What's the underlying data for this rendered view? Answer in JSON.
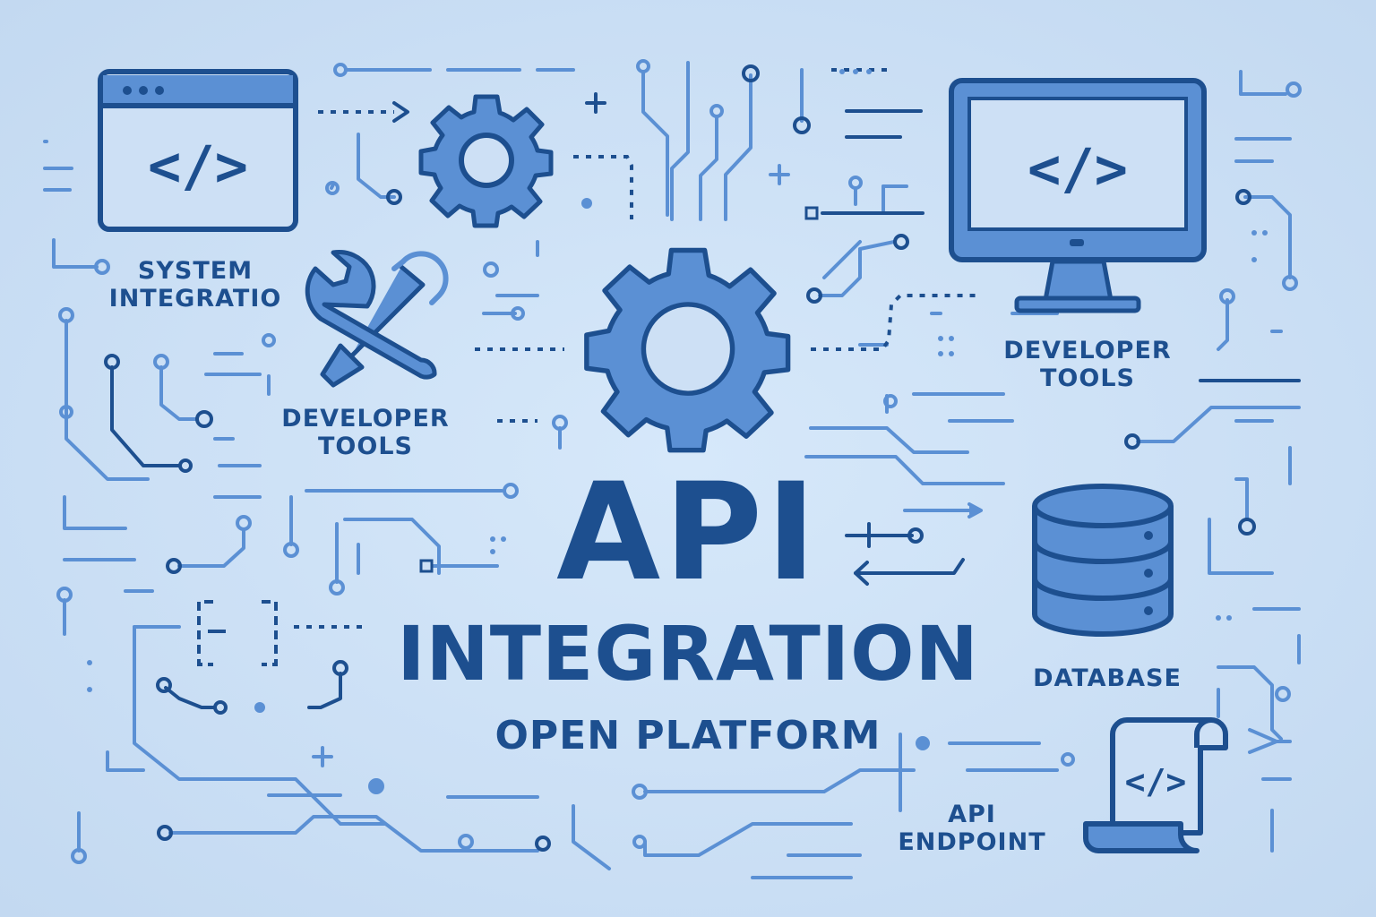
{
  "title": {
    "line1": "API",
    "line2": "INTEGRATION",
    "line3": "OPEN PLATFORM"
  },
  "labels": {
    "system_integration": [
      "SYSTEM",
      "INTEGRATIO"
    ],
    "developer_tools_left": [
      "DEVELOPER",
      "TOOLS"
    ],
    "developer_tools_right": [
      "DEVELOPER",
      "TOOLS"
    ],
    "database": "DATABASE",
    "api_endpoint": [
      "API",
      "ENDPOINT"
    ]
  },
  "code_glyph": "</>",
  "icons": [
    "browser-window-icon",
    "gear-icon",
    "wrench-icon",
    "monitor-icon",
    "database-icon",
    "document-scroll-icon",
    "arrow-icon"
  ],
  "colors": {
    "background": "#cfe2f6",
    "dark": "#1d4f8f",
    "mid": "#5b90d4",
    "light": "#7ea9df"
  }
}
